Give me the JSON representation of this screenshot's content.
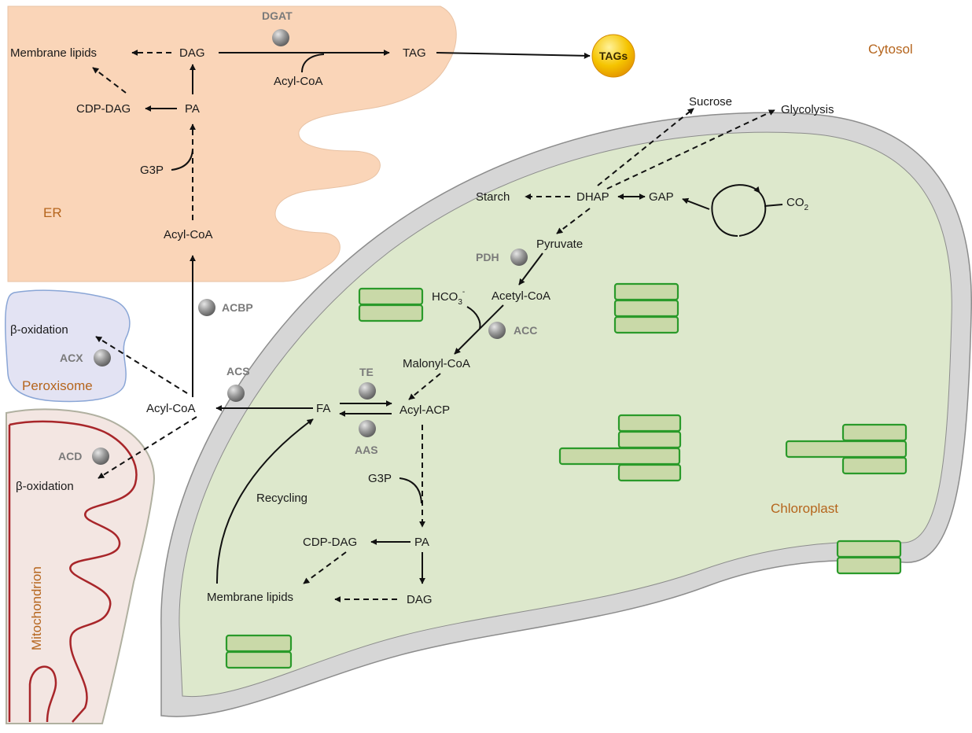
{
  "compartments": {
    "cytosol": "Cytosol",
    "er": "ER",
    "peroxisome": "Peroxisome",
    "mitochondrion": "Mitochondrion",
    "chloroplast": "Chloroplast"
  },
  "er": {
    "membrane_lipids": "Membrane lipids",
    "dag": "DAG",
    "tag": "TAG",
    "acyl_coa_top": "Acyl-CoA",
    "cdp_dag": "CDP-DAG",
    "pa": "PA",
    "g3p": "G3P",
    "acyl_coa": "Acyl-CoA"
  },
  "cytosol_labels": {
    "tags_droplet": "TAGs",
    "sucrose": "Sucrose",
    "glycolysis": "Glycolysis",
    "acyl_coa": "Acyl-CoA"
  },
  "peroxisome_labels": {
    "beta_oxidation": "β-oxidation"
  },
  "mito_labels": {
    "beta_oxidation": "β-oxidation"
  },
  "chloroplast": {
    "starch": "Starch",
    "dhap": "DHAP",
    "gap": "GAP",
    "co2": "CO",
    "co2_sub": "2",
    "pyruvate": "Pyruvate",
    "acetyl_coa": "Acetyl-CoA",
    "hco3": "HCO",
    "hco3_sub": "3",
    "hco3_sup": "-",
    "malonyl_coa": "Malonyl-CoA",
    "fa": "FA",
    "acyl_acp": "Acyl-ACP",
    "g3p": "G3P",
    "pa": "PA",
    "cdp_dag": "CDP-DAG",
    "dag": "DAG",
    "membrane_lipids": "Membrane lipids",
    "recycling": "Recycling"
  },
  "enzymes": {
    "dgat": "DGAT",
    "acbp": "ACBP",
    "acx": "ACX",
    "acd": "ACD",
    "acs": "ACS",
    "te": "TE",
    "aas": "AAS",
    "pdh": "PDH",
    "acc": "ACC"
  },
  "colors": {
    "er_fill": "#fad5b8",
    "peroxisome_fill": "#e3e3f3",
    "peroxisome_stroke": "#8aa6d6",
    "mito_fill": "#f3e6e2",
    "mito_outer": "#b0b0a0",
    "mito_crista": "#a8262a",
    "chloroplast_envelope": "#d6d6d6",
    "chloroplast_stroma": "#dde8cc",
    "thylakoid_fill": "#c9d9a8",
    "thylakoid_stroke": "#2a9a2a",
    "tag_droplet": "#f5b800",
    "enzyme_sphere": "#8c8c8c",
    "compartment_label": "#b5651d"
  },
  "icons": [
    "enzyme-sphere-icon",
    "tag-droplet-icon",
    "calvin-cycle-icon",
    "thylakoid-stack-icon"
  ]
}
